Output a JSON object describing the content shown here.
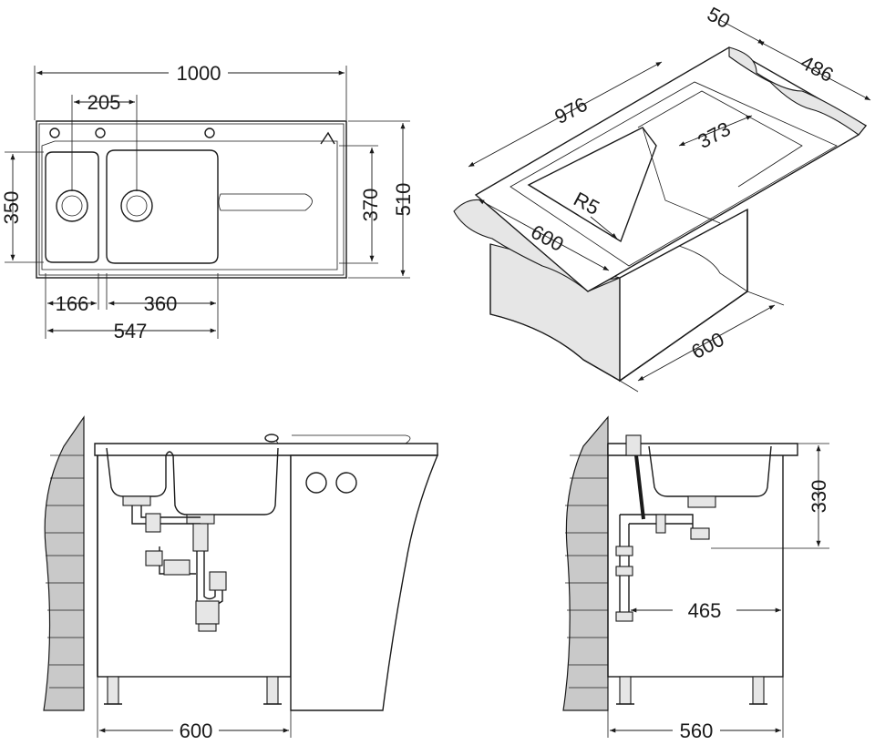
{
  "top_view": {
    "dims": {
      "total_width": "1000",
      "offset_205": "205",
      "height_350": "350",
      "height_370": "370",
      "depth_510": "510",
      "bowl_166": "166",
      "bowl_360": "360",
      "combined_547": "547"
    }
  },
  "isometric_view": {
    "dims": {
      "width_976": "976",
      "edge_50": "50",
      "depth_486": "486",
      "bowl_373": "373",
      "radius_r5": "R5",
      "cabinet_600_a": "600",
      "cabinet_600_b": "600"
    }
  },
  "front_view": {
    "dims": {
      "cabinet_width": "600"
    }
  },
  "side_view": {
    "dims": {
      "depth_330": "330",
      "drain_465": "465",
      "cabinet_depth": "560"
    }
  }
}
